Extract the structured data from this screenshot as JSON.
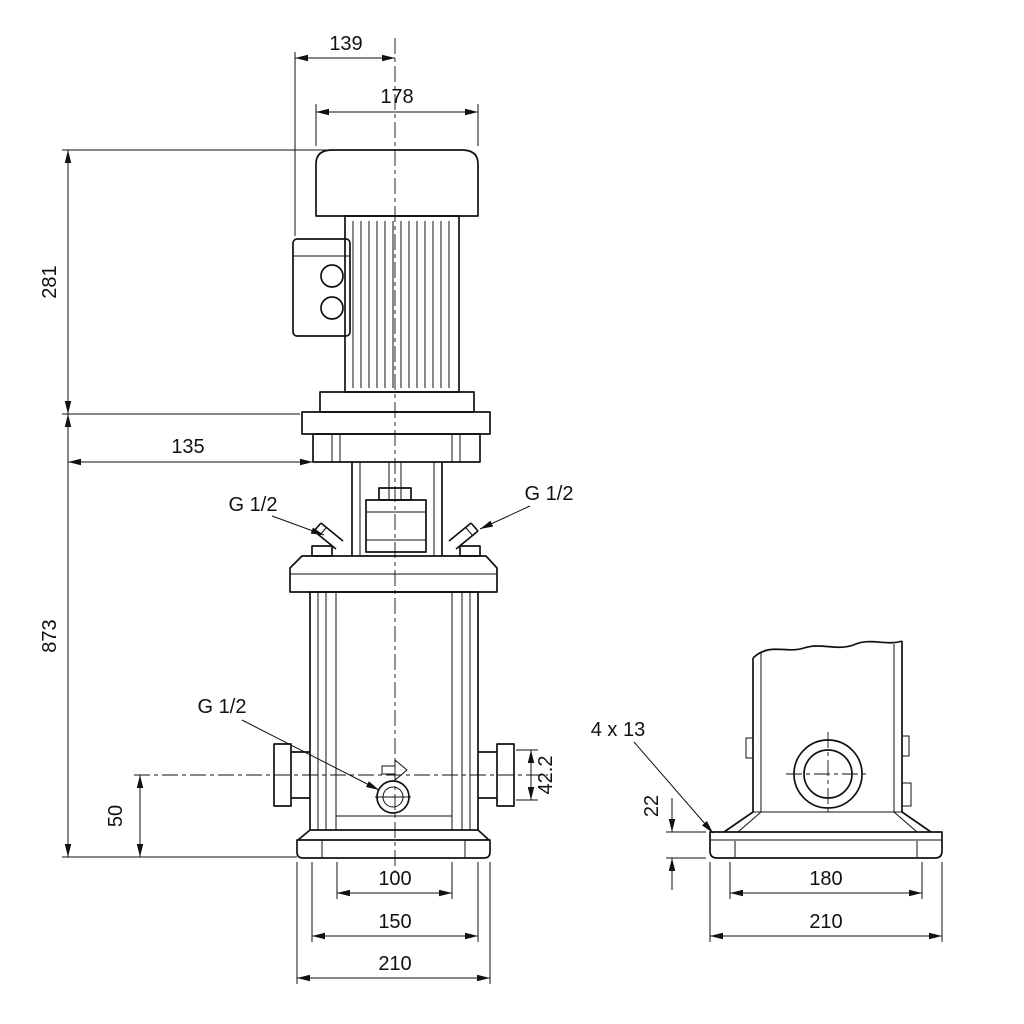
{
  "colors": {
    "ink": "#111111",
    "background": "#ffffff"
  },
  "drawing": {
    "front": {
      "dim139": "139",
      "dim178": "178",
      "dim281": "281",
      "dim135": "135",
      "dim873": "873",
      "plug_top_left": "G 1/2",
      "plug_top_right": "G 1/2",
      "drain_port": "G 1/2",
      "dim50": "50",
      "dim42_2": "42.2",
      "dim100": "100",
      "dim150": "150",
      "dim210": "210"
    },
    "side": {
      "holes": "4 x 13",
      "dim22": "22",
      "dim180": "180",
      "dim210": "210"
    }
  }
}
